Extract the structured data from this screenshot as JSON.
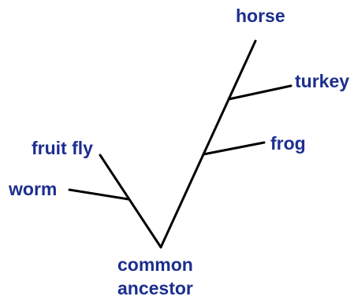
{
  "colors": {
    "label": "#1c2e8f",
    "branch": "#000000"
  },
  "labels": {
    "horse": "horse",
    "turkey": "turkey",
    "frog": "frog",
    "fruit_fly": "fruit fly",
    "worm": "worm",
    "common_ancestor_line1": "common",
    "common_ancestor_line2": "ancestor"
  }
}
